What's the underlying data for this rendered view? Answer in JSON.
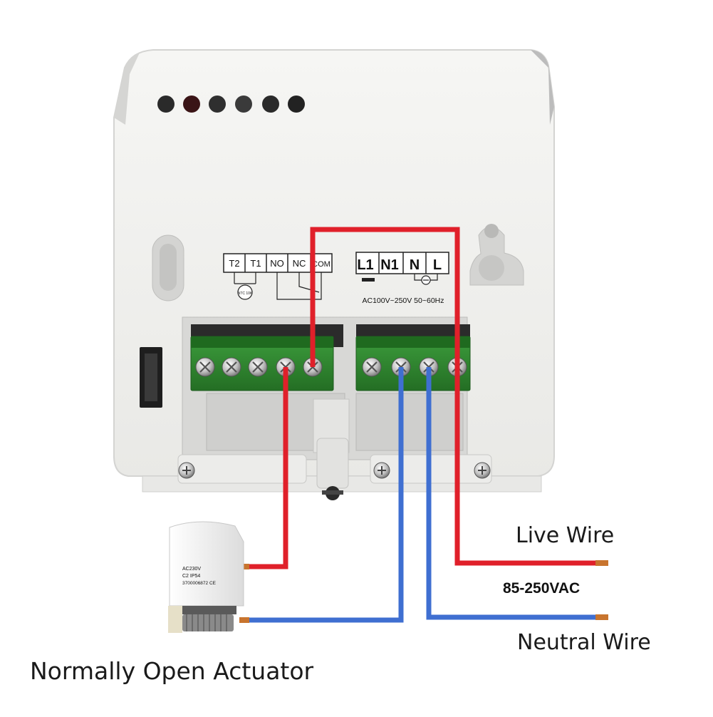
{
  "labels": {
    "live_wire": "Live Wire",
    "voltage": "85-250VAC",
    "neutral_wire": "Neutral Wire",
    "actuator": "Normally Open Actuator"
  },
  "terminals_left": [
    "T2",
    "T1",
    "NO",
    "NC",
    "COM"
  ],
  "terminals_right": [
    "L1",
    "N1",
    "N",
    "L"
  ],
  "subscript": "1",
  "supply_rating": "AC100V~250V 50~60Hz",
  "ntc_label": "NTC 10K",
  "actuator_print": {
    "line1": "AC230V",
    "line2": "C2 IP54",
    "line3": "3700006872 CE"
  },
  "colors": {
    "live": "#e0202a",
    "neutral": "#3f6fd1",
    "terminal_block": "#2f8a2f",
    "housing": "#f1f1ef",
    "copper": "#c8742e"
  }
}
